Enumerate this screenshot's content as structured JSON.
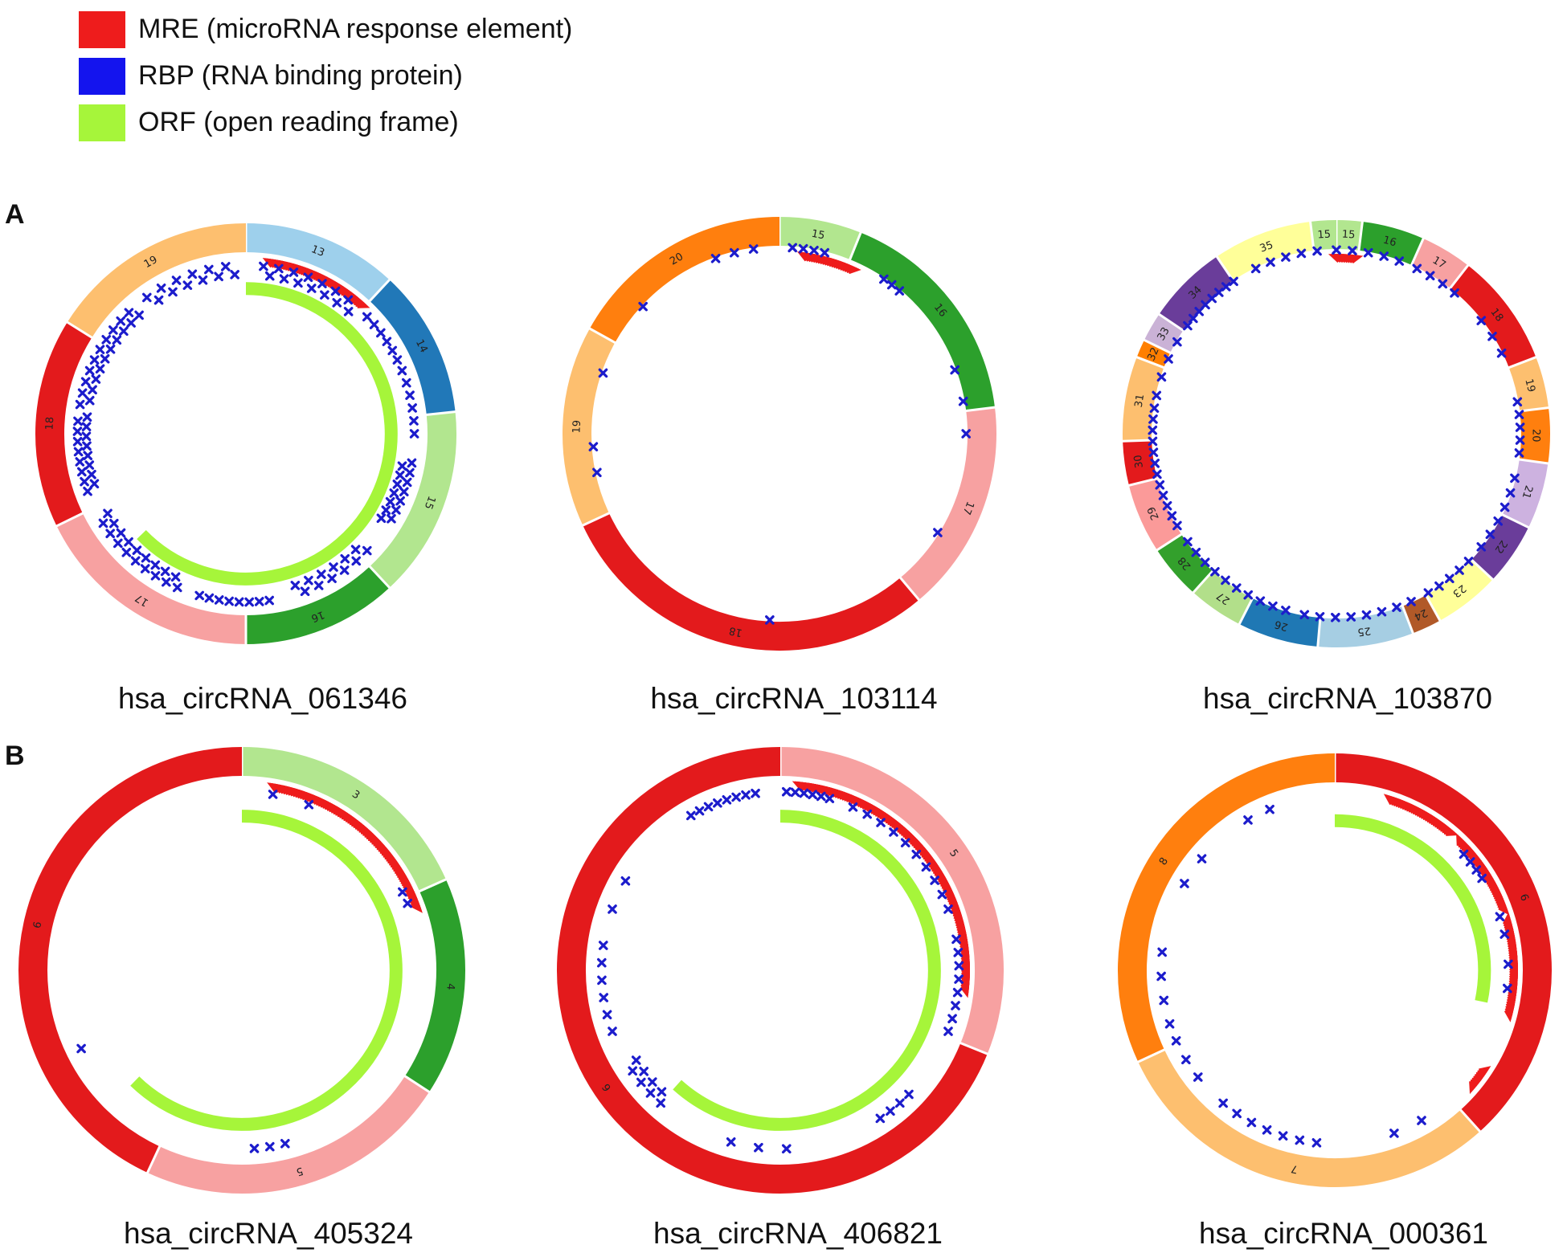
{
  "legend": [
    {
      "label": "MRE (microRNA response element)",
      "color": "#ee1c1c"
    },
    {
      "label": "RBP (RNA binding protein)",
      "color": "#1414ee"
    },
    {
      "label": "ORF (open reading frame)",
      "color": "#a6f53a"
    }
  ],
  "panels": [
    {
      "letter": "A"
    },
    {
      "letter": "B"
    }
  ],
  "colors": {
    "mre": "#ee1c1c",
    "rbp": "#1c1ccc",
    "orf": "#a6f53a"
  },
  "circles": [
    {
      "name": "hsa_circRNA_061346",
      "panel": "A",
      "exons": [
        {
          "label": "13",
          "start": 0,
          "end": 43,
          "color": "#9ed0ec"
        },
        {
          "label": "14",
          "start": 43,
          "end": 84,
          "color": "#2178b8"
        },
        {
          "label": "15",
          "start": 84,
          "end": 137,
          "color": "#b2e68f"
        },
        {
          "label": "16",
          "start": 137,
          "end": 180,
          "color": "#2ca02c"
        },
        {
          "label": "17",
          "start": 180,
          "end": 244,
          "color": "#f7a1a1"
        },
        {
          "label": "18",
          "start": 244,
          "end": 302,
          "color": "#e31a1c"
        },
        {
          "label": "19",
          "start": 302,
          "end": 360,
          "color": "#fdbf6f"
        }
      ],
      "orf": [
        [
          0,
          226
        ]
      ],
      "mre_sites": [
        [
          8,
          42
        ]
      ],
      "rbp_sites": [
        {
          "from": 6,
          "to": 40,
          "count": 14,
          "rows": 2
        },
        {
          "from": 46,
          "to": 64,
          "count": 6,
          "rows": 1
        },
        {
          "from": 68,
          "to": 90,
          "count": 6,
          "rows": 1
        },
        {
          "from": 100,
          "to": 122,
          "count": 14,
          "rows": 2
        },
        {
          "from": 134,
          "to": 162,
          "count": 12,
          "rows": 2
        },
        {
          "from": 172,
          "to": 196,
          "count": 8,
          "rows": 1
        },
        {
          "from": 204,
          "to": 240,
          "count": 18,
          "rows": 2
        },
        {
          "from": 250,
          "to": 276,
          "count": 16,
          "rows": 2
        },
        {
          "from": 280,
          "to": 318,
          "count": 20,
          "rows": 2
        },
        {
          "from": 324,
          "to": 356,
          "count": 12,
          "rows": 2
        }
      ]
    },
    {
      "name": "hsa_circRNA_103114",
      "panel": "A",
      "exons": [
        {
          "label": "15",
          "start": 0,
          "end": 22,
          "color": "#b2e68f"
        },
        {
          "label": "16",
          "start": 22,
          "end": 83,
          "color": "#2ca02c"
        },
        {
          "label": "17",
          "start": 83,
          "end": 140,
          "color": "#f7a1a1"
        },
        {
          "label": "18",
          "start": 140,
          "end": 245,
          "color": "#e31a1c"
        },
        {
          "label": "19",
          "start": 245,
          "end": 299,
          "color": "#fdbf6f"
        },
        {
          "label": "20",
          "start": 299,
          "end": 360,
          "color": "#ff7f0e"
        }
      ],
      "orf": [],
      "mre_sites": [
        [
          8,
          24
        ]
      ],
      "rbp_sites": [
        {
          "from": 4,
          "to": 14,
          "count": 4,
          "rows": 1
        },
        {
          "from": 34,
          "to": 40,
          "count": 3,
          "rows": 1
        },
        {
          "from": 70,
          "to": 90,
          "count": 3,
          "rows": 1
        },
        {
          "from": 120,
          "to": 124,
          "count": 1,
          "rows": 1
        },
        {
          "from": 182,
          "to": 184,
          "count": 1,
          "rows": 1
        },
        {
          "from": 258,
          "to": 266,
          "count": 2,
          "rows": 1
        },
        {
          "from": 288,
          "to": 290,
          "count": 1,
          "rows": 1
        },
        {
          "from": 312,
          "to": 314,
          "count": 1,
          "rows": 1
        },
        {
          "from": 340,
          "to": 352,
          "count": 3,
          "rows": 1
        }
      ]
    },
    {
      "name": "hsa_circRNA_103870",
      "panel": "A",
      "exons": [
        {
          "label": "15",
          "start": 0,
          "end": 7,
          "color": "#b2e68f"
        },
        {
          "label": "16",
          "start": 7,
          "end": 24,
          "color": "#2ca02c"
        },
        {
          "label": "17",
          "start": 24,
          "end": 38,
          "color": "#f7a1a1"
        },
        {
          "label": "18",
          "start": 38,
          "end": 69,
          "color": "#e31a1c"
        },
        {
          "label": "19",
          "start": 69,
          "end": 83,
          "color": "#fdbf6f"
        },
        {
          "label": "20",
          "start": 83,
          "end": 98,
          "color": "#ff7f0e"
        },
        {
          "label": "21",
          "start": 98,
          "end": 116,
          "color": "#cdb2e0"
        },
        {
          "label": "22",
          "start": 116,
          "end": 133,
          "color": "#6a3d9a"
        },
        {
          "label": "23",
          "start": 133,
          "end": 151,
          "color": "#ffff99"
        },
        {
          "label": "24",
          "start": 151,
          "end": 159,
          "color": "#b15928"
        },
        {
          "label": "25",
          "start": 159,
          "end": 185,
          "color": "#a6cee3"
        },
        {
          "label": "26",
          "start": 185,
          "end": 207,
          "color": "#1f78b4"
        },
        {
          "label": "27",
          "start": 207,
          "end": 222,
          "color": "#b2df8a"
        },
        {
          "label": "28",
          "start": 222,
          "end": 237,
          "color": "#33a02c"
        },
        {
          "label": "29",
          "start": 237,
          "end": 256,
          "color": "#fb9a99"
        },
        {
          "label": "30",
          "start": 256,
          "end": 268,
          "color": "#e31a1c"
        },
        {
          "label": "31",
          "start": 268,
          "end": 291,
          "color": "#fdbf6f"
        },
        {
          "label": "32",
          "start": 291,
          "end": 296,
          "color": "#ff7f00"
        },
        {
          "label": "33",
          "start": 296,
          "end": 304,
          "color": "#cab2d6"
        },
        {
          "label": "34",
          "start": 304,
          "end": 326,
          "color": "#6a3d9a"
        },
        {
          "label": "35",
          "start": 326,
          "end": 353,
          "color": "#ffff99"
        },
        {
          "label": "15",
          "start": 353,
          "end": 360,
          "color": "#b2e68f"
        }
      ],
      "orf": [],
      "mre_sites": [
        [
          0,
          6
        ]
      ],
      "rbp_sites": [
        {
          "from": 0,
          "to": 20,
          "count": 5,
          "rows": 1
        },
        {
          "from": 26,
          "to": 40,
          "count": 4,
          "rows": 1
        },
        {
          "from": 52,
          "to": 64,
          "count": 3,
          "rows": 1
        },
        {
          "from": 80,
          "to": 96,
          "count": 5,
          "rows": 1
        },
        {
          "from": 104,
          "to": 128,
          "count": 6,
          "rows": 1
        },
        {
          "from": 134,
          "to": 150,
          "count": 5,
          "rows": 1
        },
        {
          "from": 156,
          "to": 190,
          "count": 8,
          "rows": 1
        },
        {
          "from": 196,
          "to": 234,
          "count": 10,
          "rows": 1
        },
        {
          "from": 240,
          "to": 278,
          "count": 12,
          "rows": 1
        },
        {
          "from": 282,
          "to": 300,
          "count": 4,
          "rows": 1
        },
        {
          "from": 306,
          "to": 326,
          "count": 8,
          "rows": 1
        },
        {
          "from": 334,
          "to": 354,
          "count": 5,
          "rows": 1
        }
      ]
    },
    {
      "name": "hsa_circRNA_405324",
      "panel": "B",
      "exons": [
        {
          "label": "3",
          "start": 0,
          "end": 66,
          "color": "#b2e68f"
        },
        {
          "label": "4",
          "start": 66,
          "end": 123,
          "color": "#2ca02c"
        },
        {
          "label": "5",
          "start": 123,
          "end": 205,
          "color": "#f7a1a1"
        },
        {
          "label": "6",
          "start": 205,
          "end": 360,
          "color": "#e31a1c"
        }
      ],
      "orf": [
        [
          0,
          224
        ]
      ],
      "mre_sites": [
        [
          10,
          24
        ],
        [
          24,
          40
        ],
        [
          40,
          58
        ],
        [
          58,
          70
        ]
      ],
      "rbp_sites": [
        {
          "from": 8,
          "to": 12,
          "count": 1,
          "rows": 1
        },
        {
          "from": 20,
          "to": 24,
          "count": 1,
          "rows": 1
        },
        {
          "from": 64,
          "to": 68,
          "count": 2,
          "rows": 1
        },
        {
          "from": 166,
          "to": 176,
          "count": 3,
          "rows": 1
        },
        {
          "from": 242,
          "to": 246,
          "count": 1,
          "rows": 1
        }
      ]
    },
    {
      "name": "hsa_circRNA_406821",
      "panel": "B",
      "exons": [
        {
          "label": "5",
          "start": 0,
          "end": 112,
          "color": "#f7a1a1"
        },
        {
          "label": "6",
          "start": 112,
          "end": 360,
          "color": "#e31a1c"
        }
      ],
      "orf": [
        [
          0,
          222
        ]
      ],
      "mre_sites": [
        [
          6,
          22
        ],
        [
          22,
          40
        ],
        [
          40,
          58
        ],
        [
          58,
          76
        ],
        [
          76,
          96
        ]
      ],
      "rbp_sites": [
        {
          "from": 2,
          "to": 16,
          "count": 6,
          "rows": 1
        },
        {
          "from": 24,
          "to": 70,
          "count": 10,
          "rows": 1
        },
        {
          "from": 80,
          "to": 110,
          "count": 8,
          "rows": 1
        },
        {
          "from": 134,
          "to": 146,
          "count": 4,
          "rows": 1
        },
        {
          "from": 178,
          "to": 196,
          "count": 3,
          "rows": 1
        },
        {
          "from": 222,
          "to": 238,
          "count": 8,
          "rows": 2
        },
        {
          "from": 250,
          "to": 278,
          "count": 6,
          "rows": 1
        },
        {
          "from": 290,
          "to": 300,
          "count": 2,
          "rows": 1
        },
        {
          "from": 330,
          "to": 352,
          "count": 8,
          "rows": 1
        }
      ]
    },
    {
      "name": "hsa_circRNA_000361",
      "panel": "B",
      "exons": [
        {
          "label": "6",
          "start": 0,
          "end": 138,
          "color": "#e31a1c"
        },
        {
          "label": "7",
          "start": 138,
          "end": 245,
          "color": "#fdbf6f"
        },
        {
          "label": "8",
          "start": 245,
          "end": 360,
          "color": "#ff7f0e"
        }
      ],
      "orf": [
        [
          0,
          102
        ]
      ],
      "mre_sites": [
        [
          18,
          40
        ],
        [
          44,
          70
        ],
        [
          74,
          104
        ],
        [
          124,
          130
        ]
      ],
      "rbp_sites": [
        {
          "from": 48,
          "to": 58,
          "count": 4,
          "rows": 1
        },
        {
          "from": 72,
          "to": 78,
          "count": 2,
          "rows": 1
        },
        {
          "from": 88,
          "to": 96,
          "count": 2,
          "rows": 1
        },
        {
          "from": 150,
          "to": 160,
          "count": 2,
          "rows": 1
        },
        {
          "from": 186,
          "to": 220,
          "count": 7,
          "rows": 1
        },
        {
          "from": 232,
          "to": 246,
          "count": 3,
          "rows": 1
        },
        {
          "from": 252,
          "to": 276,
          "count": 4,
          "rows": 1
        },
        {
          "from": 300,
          "to": 310,
          "count": 2,
          "rows": 1
        },
        {
          "from": 330,
          "to": 338,
          "count": 2,
          "rows": 1
        }
      ]
    }
  ]
}
